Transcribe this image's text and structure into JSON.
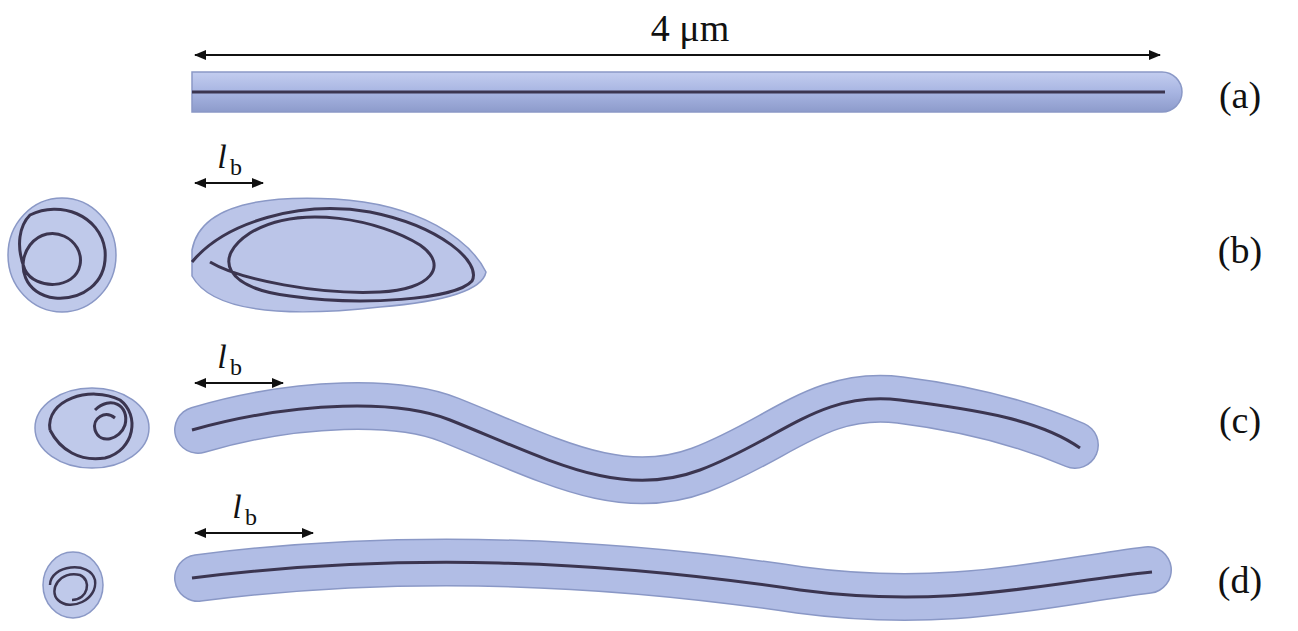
{
  "diagram": {
    "labels": [
      "4 μm",
      "(a)",
      "l",
      "b",
      "(b)",
      "l",
      "b",
      "(c)",
      "l",
      "b",
      "(d)"
    ]
  }
}
